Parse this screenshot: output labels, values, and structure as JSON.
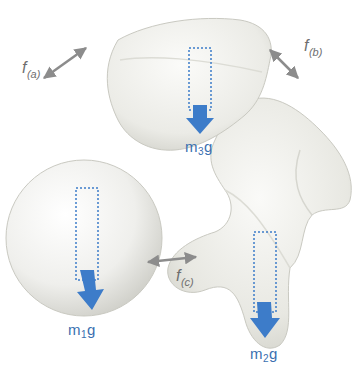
{
  "diagram": {
    "labels": [
      "f",
      "(a)",
      "f",
      "(b)",
      "m",
      "3",
      "g",
      "m",
      "1",
      "g",
      "f",
      "(c)",
      "m",
      "2",
      "g"
    ]
  }
}
